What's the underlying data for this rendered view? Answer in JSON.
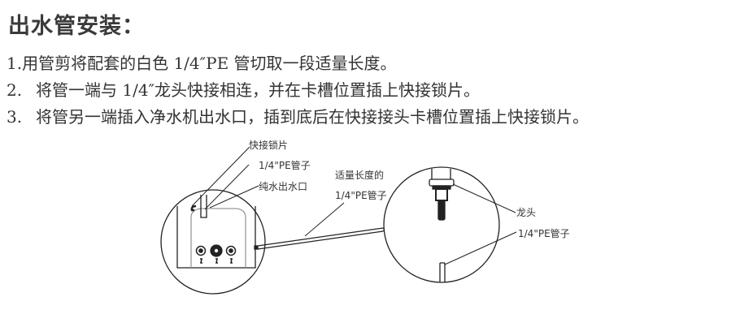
{
  "title": "出水管安装：",
  "steps": [
    {
      "num": "1.",
      "text": "用管剪将配套的白色 1/4″PE 管切取一段适量长度。"
    },
    {
      "num": "2.",
      "text": "将管一端与 1/4″龙头快接相连，并在卡槽位置插上快接锁片。"
    },
    {
      "num": "3.",
      "text": "将管另一端插入净水机出水口，插到底后在快接接头卡槽位置插上快接锁片。"
    }
  ],
  "diagram": {
    "left_labels": {
      "lock_clip": "快接锁片",
      "pe_tube": "1/4\"PE管子",
      "pure_water_outlet": "纯水出水口"
    },
    "middle_labels": {
      "line1": "适量长度的",
      "line2": "1/4\"PE管子"
    },
    "right_labels": {
      "faucet": "龙头",
      "pe_tube": "1/4\"PE管子"
    }
  }
}
